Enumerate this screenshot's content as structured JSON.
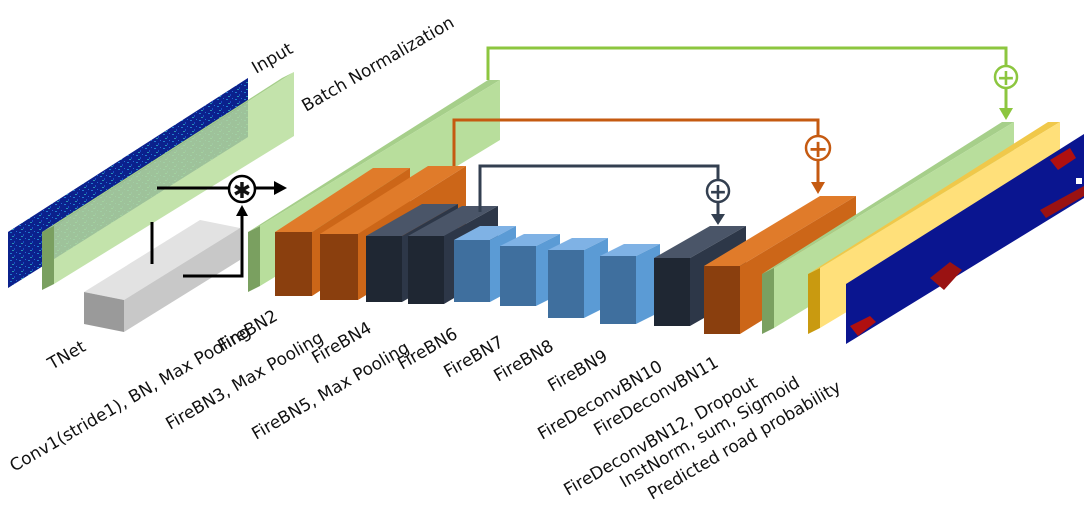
{
  "labels": {
    "input": "Input",
    "batch_norm": "Batch Normalization",
    "tnet": "TNet",
    "conv1": "Conv1(stride1), BN, Max Pooling",
    "firebn2": "FireBN2",
    "firebn3": "FireBN3, Max Pooling",
    "firebn4": "FireBN4",
    "firebn5": "FireBN5, Max Pooling",
    "firebn6": "FireBN6",
    "firebn7": "FireBN7",
    "firebn8": "FireBN8",
    "firebn9": "FireBN9",
    "firedeconv10": "FireDeconvBN10",
    "firedeconv11": "FireDeconvBN11",
    "firedeconv12": "FireDeconvBN12, Dropout",
    "instnorm": "InstNorm, sum, Sigmoid",
    "predicted": "Predicted  road probability"
  },
  "symbols": {
    "multiply": "✱",
    "plus": "+"
  },
  "colors": {
    "green_skip": "#8cc63f",
    "orange_skip": "#c55a11",
    "dark_skip": "#333f50",
    "bn_green": "#b8de9c",
    "fire_orange": "#d2691e",
    "fire_dark": "#2d3748",
    "fire_blue": "#5b9bd5",
    "output_yellow": "#ffe07a",
    "tnet_gray": "#c8c8c8"
  }
}
